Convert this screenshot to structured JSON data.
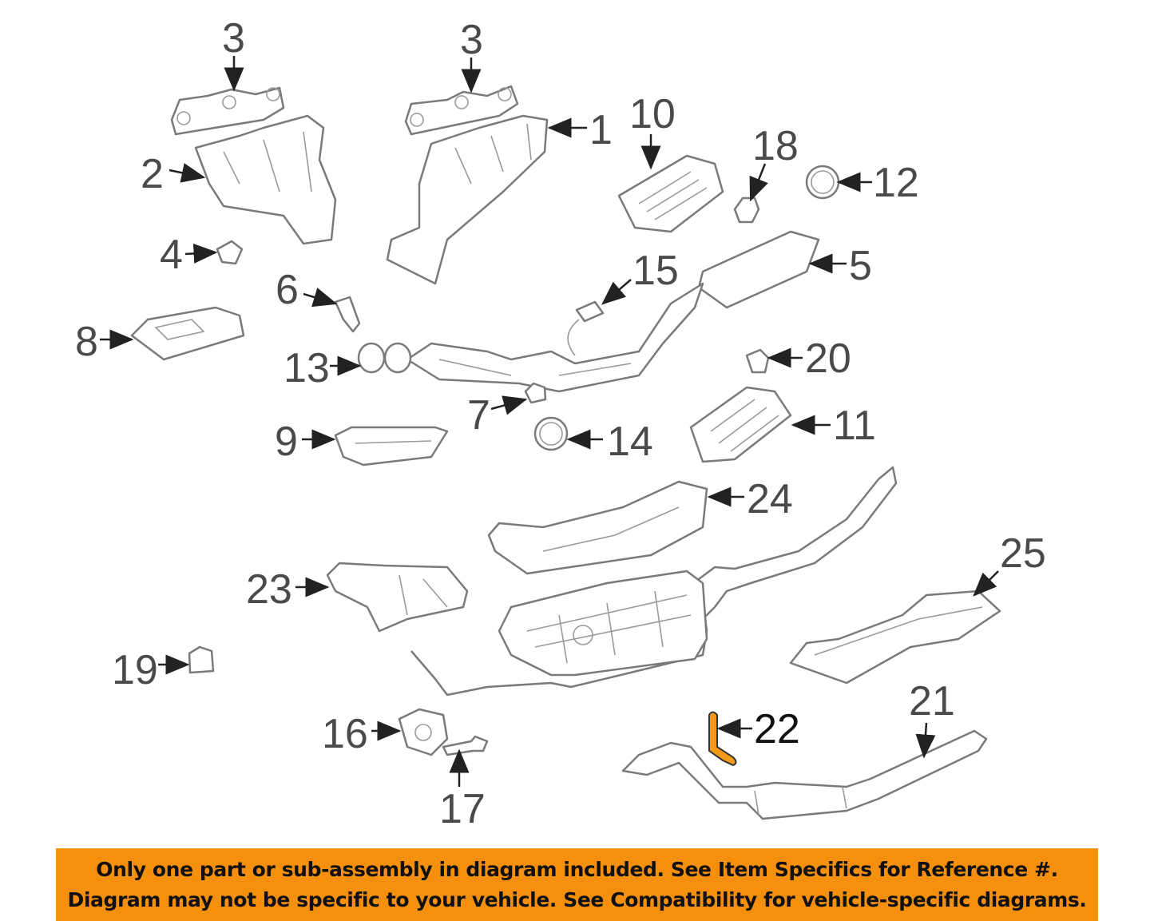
{
  "diagram": {
    "labels": [
      "1",
      "2",
      "3",
      "3",
      "4",
      "5",
      "6",
      "7",
      "8",
      "9",
      "10",
      "11",
      "12",
      "13",
      "14",
      "15",
      "16",
      "17",
      "18",
      "19",
      "20",
      "21",
      "22",
      "23",
      "24",
      "25"
    ],
    "highlighted_part": "22",
    "highlight_color": "#f39a1a",
    "line_color": "#7a7a7a"
  },
  "banner": {
    "line1": "Only one part or sub-assembly in diagram included. See Item Specifics for Reference #.",
    "line2": "Diagram may not be specific to your vehicle. See Compatibility for vehicle-specific diagrams.",
    "color": "#f5900f"
  }
}
